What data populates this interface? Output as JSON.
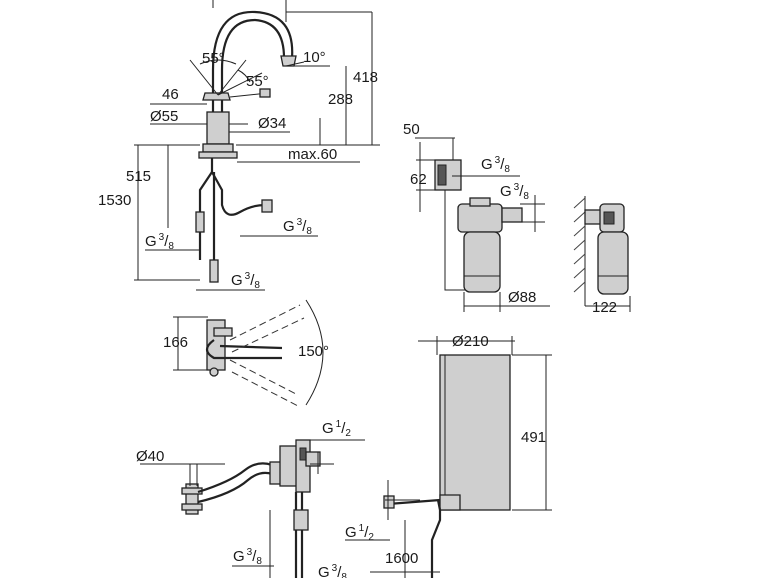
{
  "dimensions": {
    "angle_55_upper": "55°",
    "angle_55_lower": "55°",
    "angle_10": "10°",
    "d418": "418",
    "d288": "288",
    "d46": "46",
    "d55": "Ø55",
    "d34": "Ø34",
    "max60": "max.60",
    "d515": "515",
    "d1530": "1530",
    "d50": "50",
    "d62": "62",
    "d88": "Ø88",
    "d122": "122",
    "d166": "166",
    "angle_150": "150°",
    "d210": "Ø210",
    "d491": "491",
    "d40": "Ø40",
    "d1600": "1600"
  },
  "threads": {
    "g38_a": {
      "g": "G",
      "num": "3",
      "den": "8"
    },
    "g38_b": {
      "g": "G",
      "num": "3",
      "den": "8"
    },
    "g38_c": {
      "g": "G",
      "num": "3",
      "den": "8"
    },
    "g38_d": {
      "g": "G",
      "num": "3",
      "den": "8"
    },
    "g38_e": {
      "g": "G",
      "num": "3",
      "den": "8"
    },
    "g38_f": {
      "g": "G",
      "num": "3",
      "den": "8"
    },
    "g38_g": {
      "g": "G",
      "num": "3",
      "den": "8"
    },
    "g12_a": {
      "g": "G",
      "num": "1",
      "den": "2"
    },
    "g12_b": {
      "g": "G",
      "num": "1",
      "den": "2"
    }
  }
}
